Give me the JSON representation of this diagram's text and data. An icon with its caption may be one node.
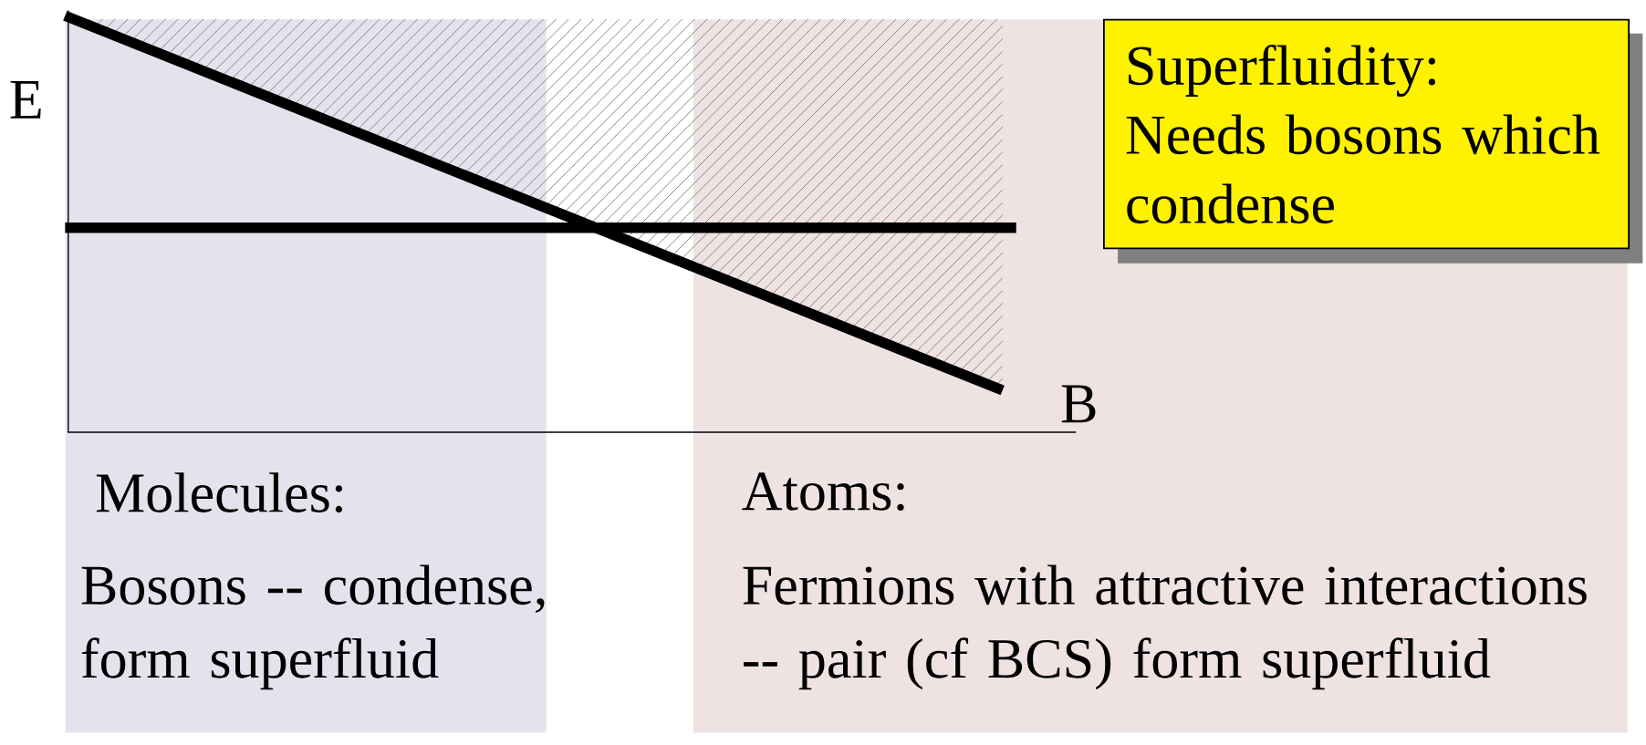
{
  "diagram": {
    "nodes": [
      {
        "text": [
          "Molecules:",
          "Bosons -- condense, form superfluid"
        ]
      },
      {
        "text": [
          "Atoms:",
          "Fermions with attractive interactions -- pair (cf BCS) form superfluid"
        ]
      },
      {
        "text": [
          "Superfluidity: Needs bosons which condense"
        ],
        "in": 1
      }
    ],
    "labels": [
      "E",
      "B"
    ]
  }
}
